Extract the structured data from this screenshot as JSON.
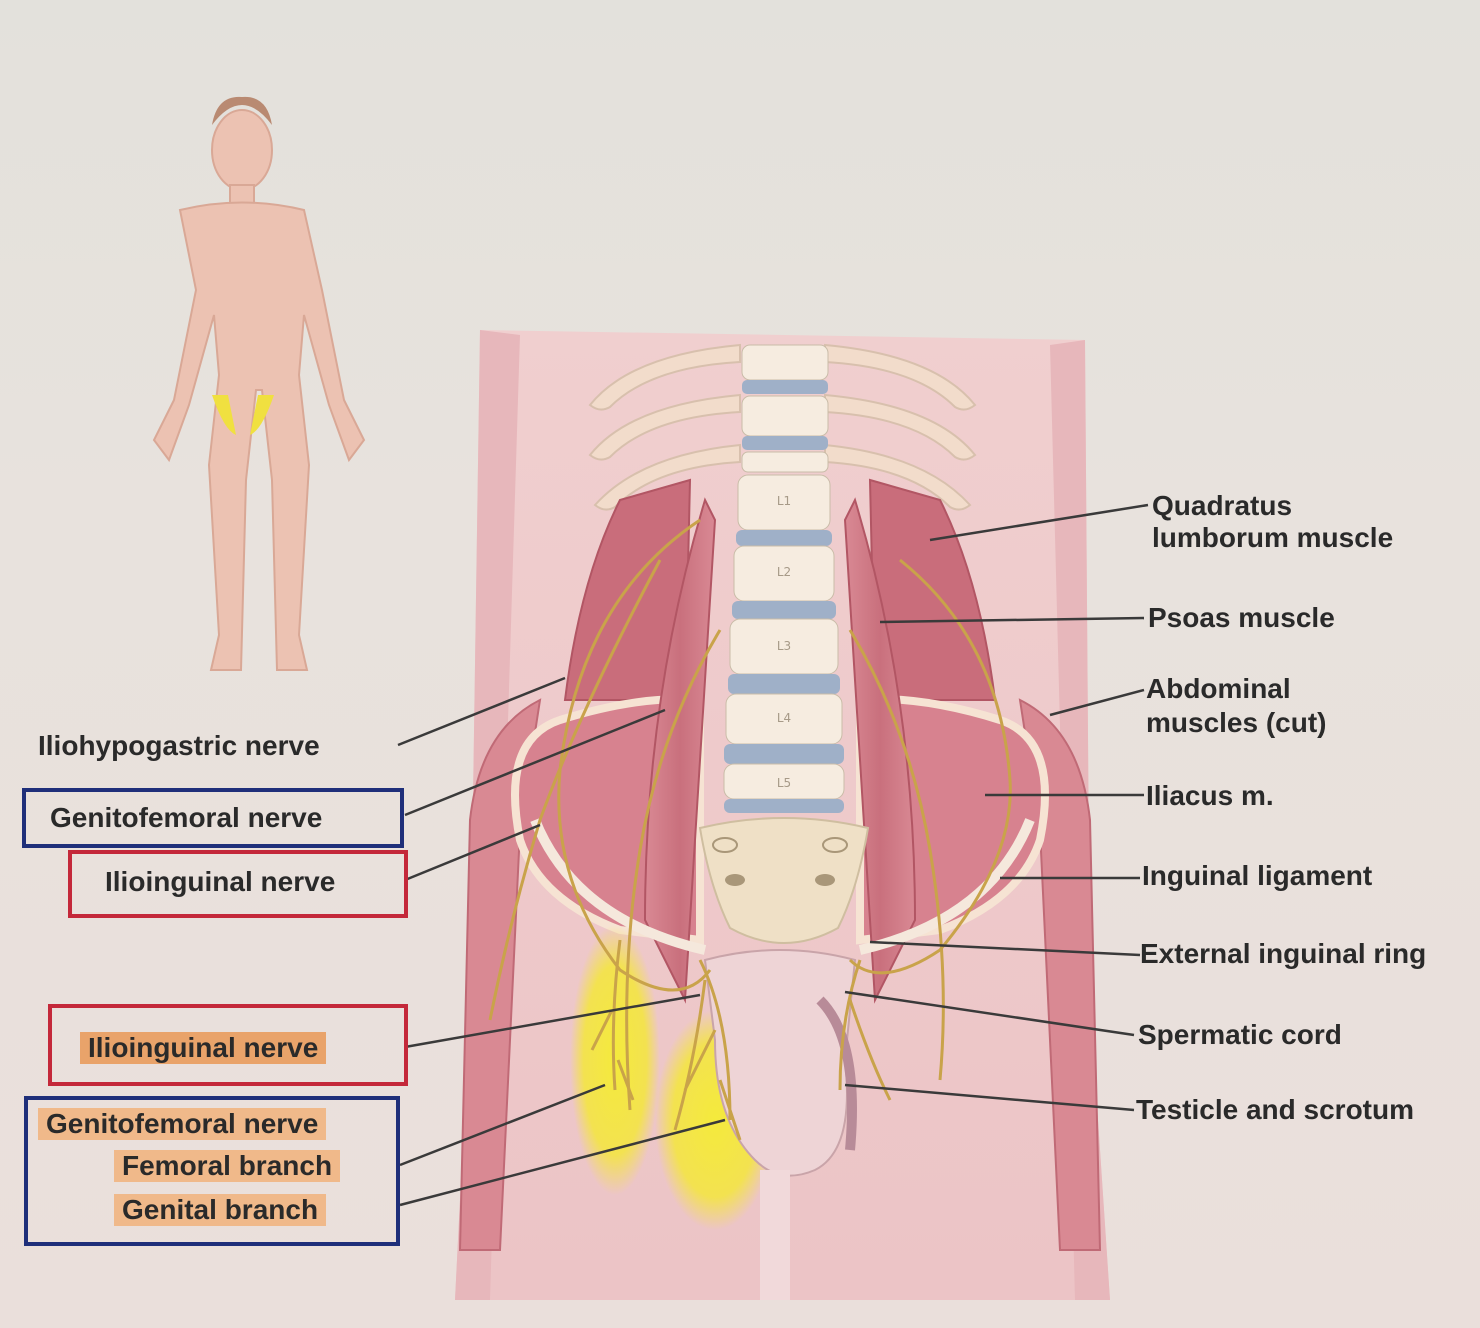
{
  "labels": {
    "quadratus_1": "Quadratus",
    "quadratus_2": "lumborum muscle",
    "psoas": "Psoas muscle",
    "abdominal_1": "Abdominal",
    "abdominal_2": "muscles (cut)",
    "iliacus": "Iliacus m.",
    "inguinal_ligament": "Inguinal ligament",
    "external_ring": "External inguinal ring",
    "spermatic_cord": "Spermatic cord",
    "testicle": "Testicle and scrotum",
    "iliohypogastric": "Iliohypogastric nerve",
    "genitofemoral_top": "Genitofemoral nerve",
    "ilioinguinal_top": "Ilioinguinal nerve",
    "ilioinguinal_bottom": "Ilioinguinal nerve",
    "genitofemoral_bottom": "Genitofemoral nerve",
    "femoral_branch": "Femoral branch",
    "genital_branch": "Genital branch"
  },
  "vertebrae": [
    "L1",
    "L2",
    "L3",
    "L4",
    "L5"
  ],
  "colors": {
    "muscle": "#d77f8a",
    "muscle_dark": "#c4616f",
    "nerve": "#d6b44a",
    "highlight_yellow": "#f2e34a",
    "box_blue": "#1f2f7a",
    "box_red": "#c4283a",
    "label_highlight": "#e9a36a",
    "bone": "#efe0c6",
    "disc": "#9fb0c8"
  }
}
